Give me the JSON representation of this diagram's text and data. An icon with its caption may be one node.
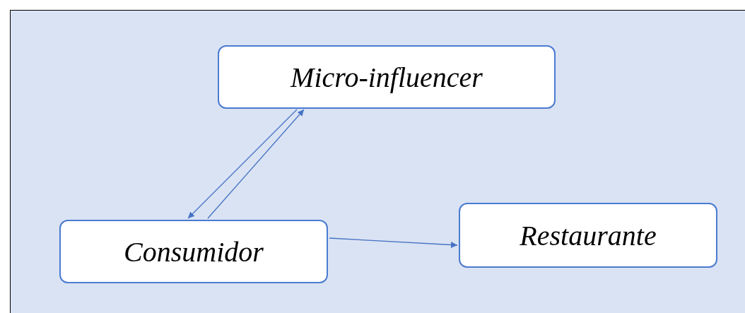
{
  "diagram": {
    "nodes": [
      {
        "text": [
          "Micro-influencer"
        ]
      },
      {
        "text": [
          "Consumidor"
        ]
      },
      {
        "text": [
          "Restaurante"
        ]
      }
    ],
    "edges": [
      {
        "from": 0,
        "to": 1,
        "arrow": "to"
      },
      {
        "from": 1,
        "to": 0,
        "arrow": "to"
      },
      {
        "from": 1,
        "to": 2,
        "arrow": "to"
      }
    ]
  }
}
